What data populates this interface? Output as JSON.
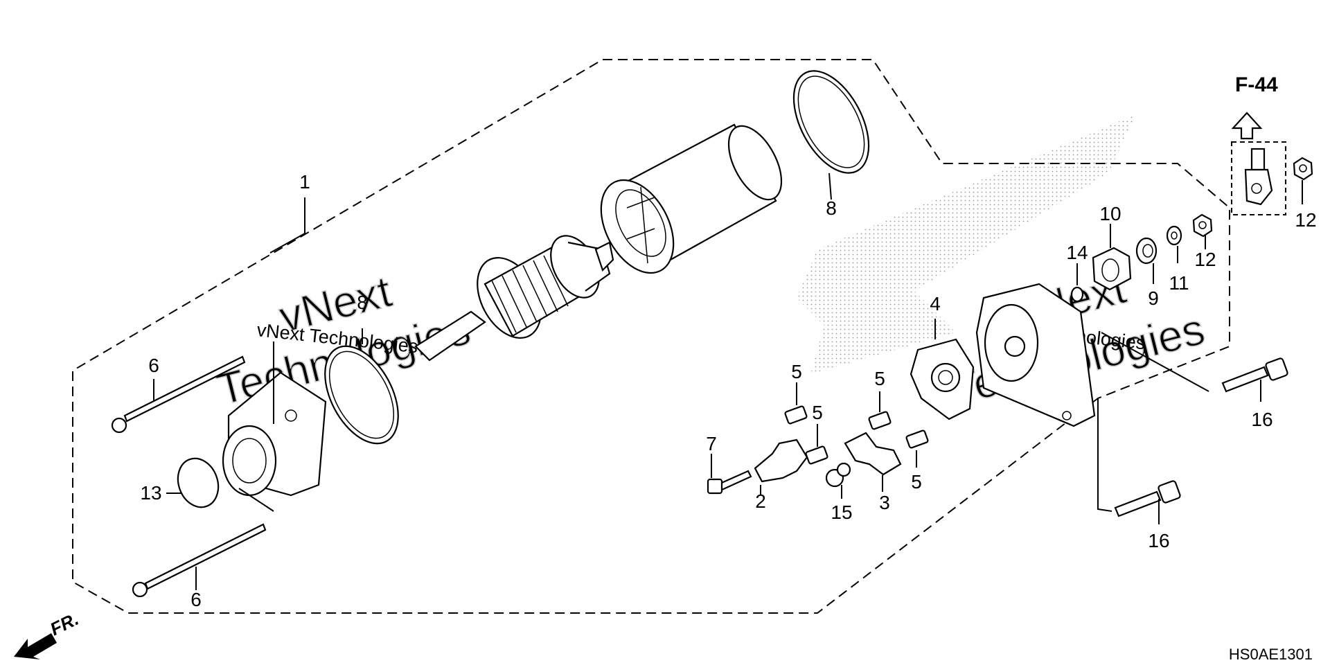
{
  "callouts": {
    "c1": "1",
    "c2": "2",
    "c3": "3",
    "c4": "4",
    "c5a": "5",
    "c5b": "5",
    "c5c": "5",
    "c5d": "5",
    "c6a": "6",
    "c6b": "6",
    "c7": "7",
    "c8a": "8",
    "c8b": "8",
    "c9": "9",
    "c10": "10",
    "c11": "11",
    "c12a": "12",
    "c12b": "12",
    "c13": "13",
    "c14": "14",
    "c15": "15",
    "c16a": "16",
    "c16b": "16"
  },
  "reference": {
    "label": "F-44"
  },
  "direction": {
    "label": "FR."
  },
  "diagram_code": "HS0AE1301",
  "watermark": {
    "line1": "vNext",
    "line2": "Technologies",
    "inline": "vNext Technologies"
  },
  "colors": {
    "ink": "#000000",
    "background": "#ffffff",
    "watermark": "#c9c9c9"
  }
}
